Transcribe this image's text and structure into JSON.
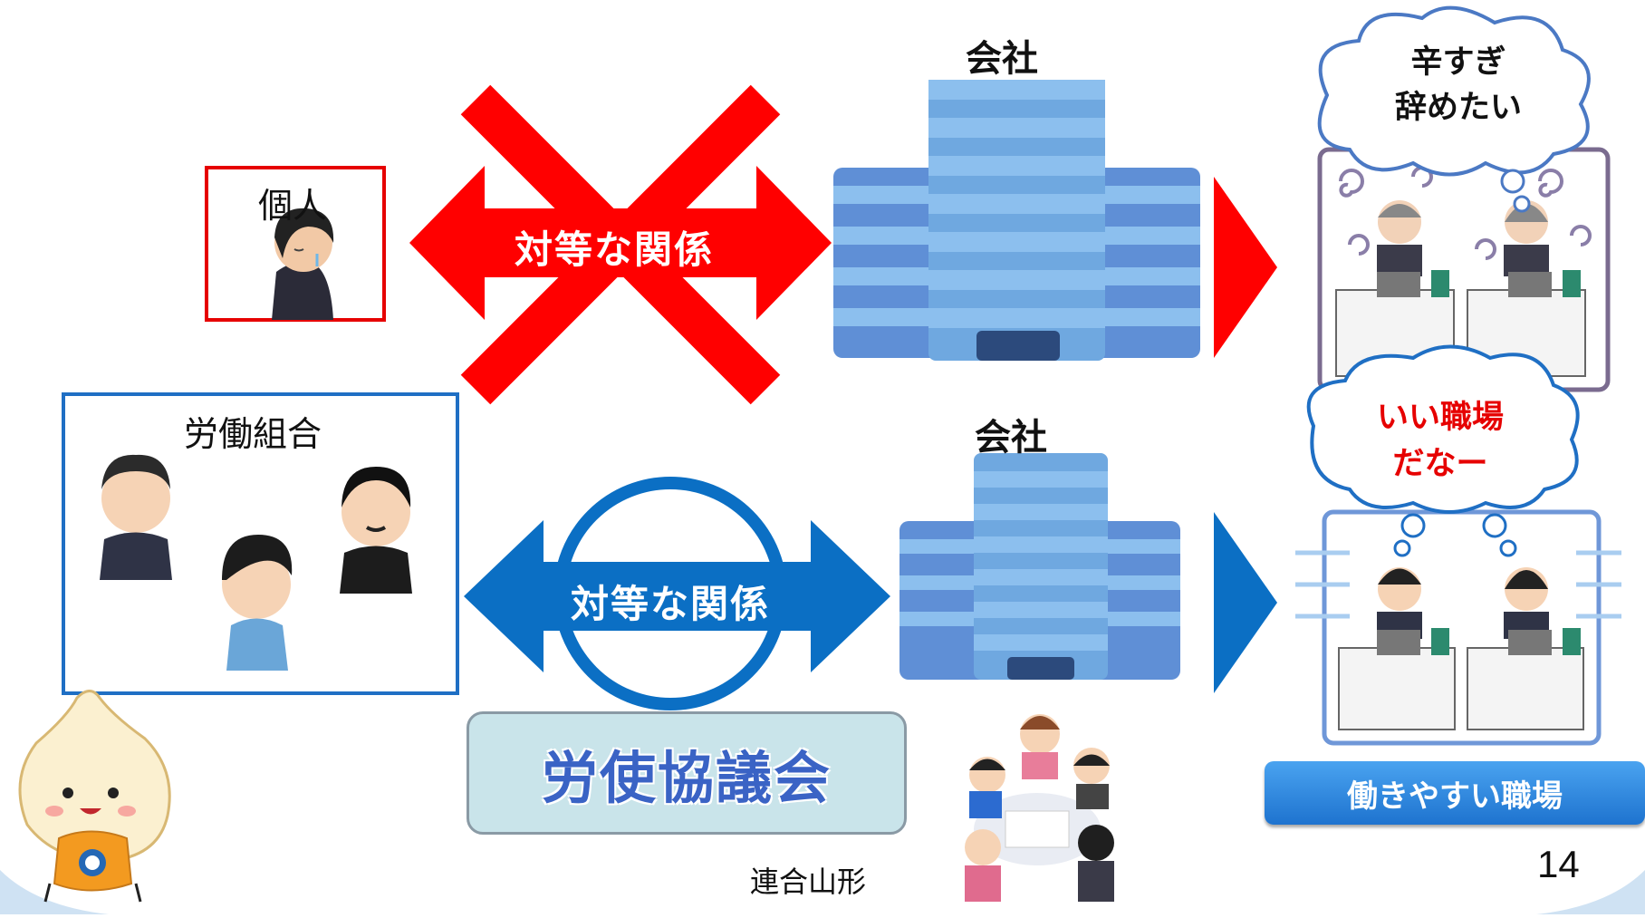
{
  "top_row": {
    "individual_label": "個人",
    "arrow_label": "対等な関係",
    "company_label": "会社",
    "bubble_line1": "辛すぎ",
    "bubble_line2": "辞めたい"
  },
  "bottom_row": {
    "union_label": "労働組合",
    "arrow_label": "対等な関係",
    "company_label": "会社",
    "bubble_line1": "いい職場",
    "bubble_line2": "だなー"
  },
  "council_label": "労使協議会",
  "good_workplace_label": "働きやすい職場",
  "footer": {
    "organization": "連合山形",
    "page_number": "14"
  },
  "colors": {
    "red": "#ff0000",
    "blue": "#0b6fc4",
    "building": "#6fa8e0",
    "council_text": "#3a63c5"
  }
}
